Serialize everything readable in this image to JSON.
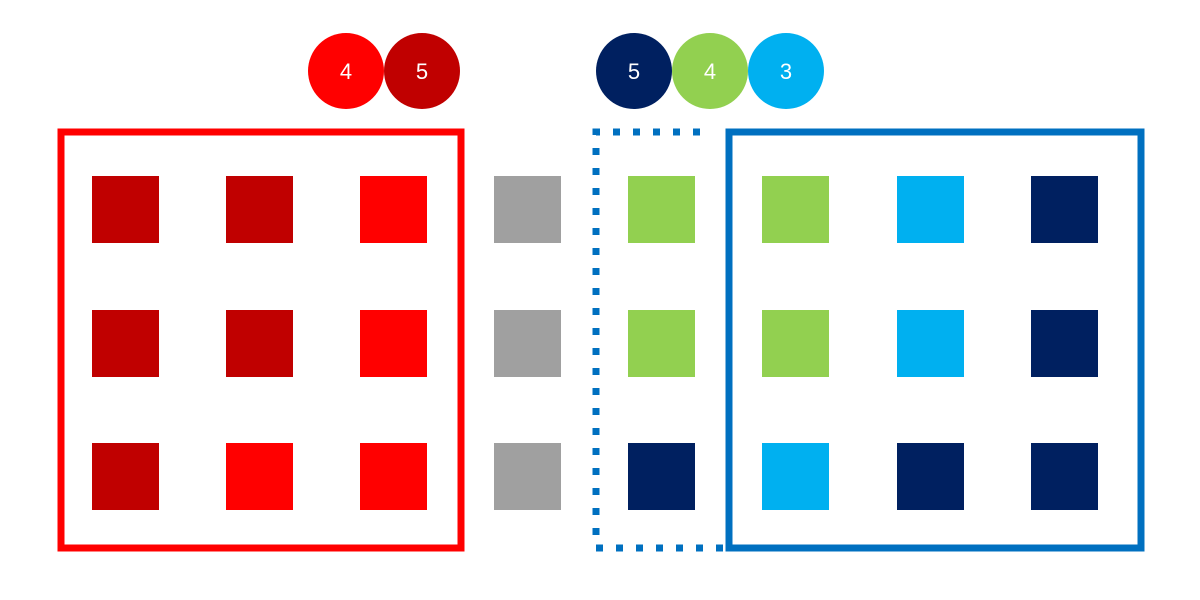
{
  "palette": {
    "dark_red": "#C00000",
    "red": "#FF0000",
    "gray": "#A0A0A0",
    "green": "#92D050",
    "light_blue": "#00B0F0",
    "navy": "#002060",
    "frame_red": "#FF0000",
    "frame_blue": "#0070C0"
  },
  "badges_left": [
    {
      "label": "4",
      "color": "red"
    },
    {
      "label": "5",
      "color": "dark_red"
    }
  ],
  "badges_right": [
    {
      "label": "5",
      "color": "navy"
    },
    {
      "label": "4",
      "color": "green"
    },
    {
      "label": "3",
      "color": "light_blue"
    }
  ],
  "grid": [
    [
      "dark_red",
      "dark_red",
      "red",
      "gray",
      "green",
      "green",
      "light_blue",
      "navy"
    ],
    [
      "dark_red",
      "dark_red",
      "red",
      "gray",
      "green",
      "green",
      "light_blue",
      "navy"
    ],
    [
      "dark_red",
      "red",
      "red",
      "gray",
      "navy",
      "light_blue",
      "navy",
      "navy"
    ]
  ],
  "frames": {
    "left_group": {
      "style": "solid",
      "color": "frame_red"
    },
    "right_group": {
      "style": "solid",
      "color": "frame_blue"
    },
    "pending_column": {
      "style": "dotted",
      "color": "frame_blue"
    }
  }
}
